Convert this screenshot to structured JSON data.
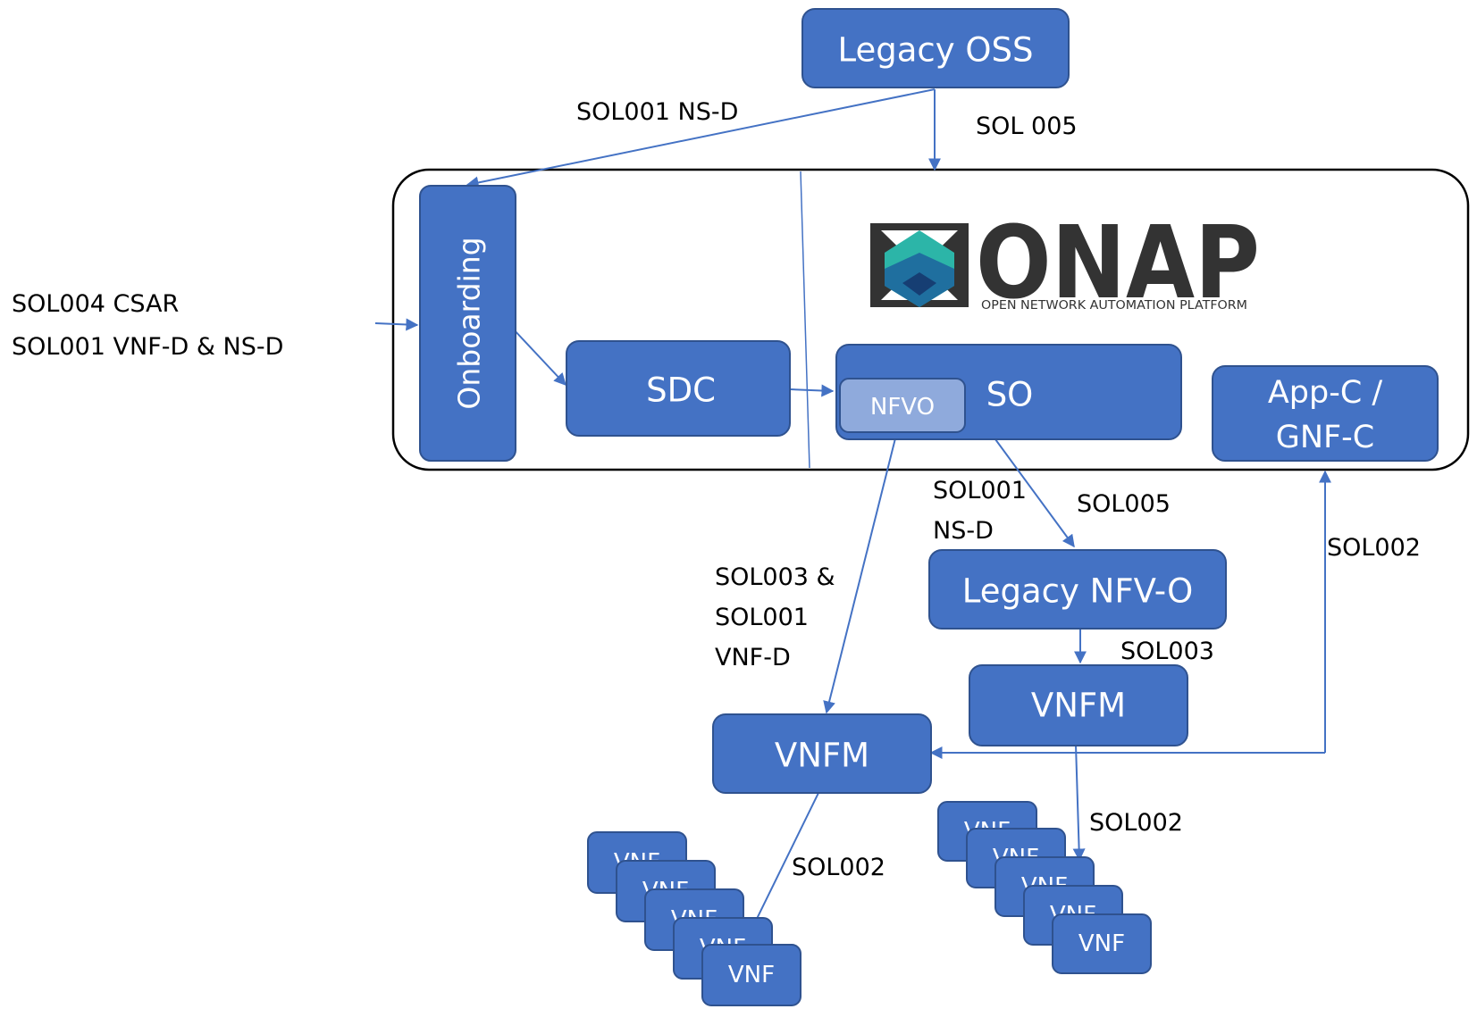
{
  "nodes": {
    "legacy_oss": "Legacy OSS",
    "onboarding": "Onboarding",
    "sdc": "SDC",
    "so": "SO",
    "nfvo": "NFVO",
    "appc": [
      "App-C /",
      "GNF-C"
    ],
    "legacy_nfvo": "Legacy NFV-O",
    "vnfm_left": "VNFM",
    "vnfm_right": "VNFM",
    "vnf": "VNF"
  },
  "logo": {
    "name": "ONAP",
    "tagline": "OPEN NETWORK AUTOMATION PLATFORM"
  },
  "edge_labels": {
    "oss_to_onboarding": "SOL001 NS-D",
    "oss_to_onap": "SOL 005",
    "external_input": [
      "SOL004 CSAR",
      "SOL001 VNF-D & NS-D"
    ],
    "so_to_legacy_nfvo_a": [
      "SOL001",
      "NS-D"
    ],
    "so_to_legacy_nfvo_b": "SOL005",
    "nfvo_to_vnfm": [
      "SOL003 &",
      "SOL001",
      "VNF-D"
    ],
    "appc_link": "SOL002",
    "legacy_nfvo_to_vnfm": "SOL003",
    "vnfm_right_to_vnf": "SOL002",
    "vnfm_left_to_vnf": "SOL002"
  },
  "colors": {
    "node_fill": "#4472C4",
    "node_stroke": "#2F528F",
    "nfvo_fill": "#8FAADC",
    "edge": "#4472C4",
    "logo_teal": "#1F8A96"
  }
}
